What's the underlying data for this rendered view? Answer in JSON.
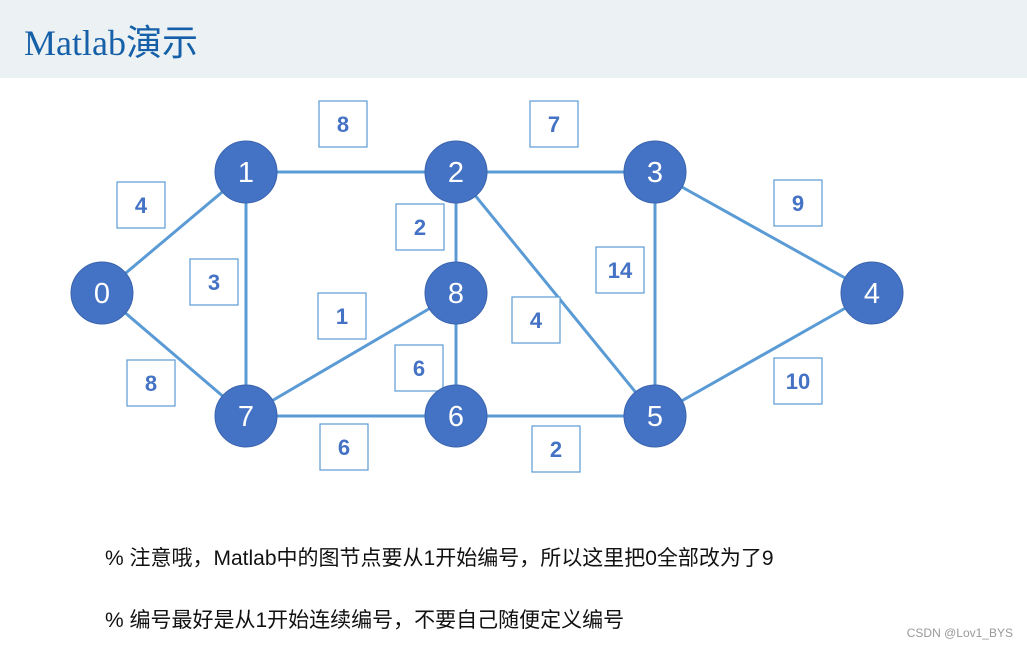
{
  "title": "Matlab演示",
  "graph": {
    "node_color": "#4472C4",
    "edge_color": "#5B9BD5",
    "label_color": "#4472C4",
    "nodes": [
      "0",
      "1",
      "2",
      "3",
      "4",
      "5",
      "6",
      "7",
      "8"
    ],
    "edges": [
      {
        "from": "0",
        "to": "1",
        "weight": "4"
      },
      {
        "from": "1",
        "to": "2",
        "weight": "8"
      },
      {
        "from": "2",
        "to": "3",
        "weight": "7"
      },
      {
        "from": "3",
        "to": "4",
        "weight": "9"
      },
      {
        "from": "1",
        "to": "7",
        "weight": "3"
      },
      {
        "from": "0",
        "to": "7",
        "weight": "8"
      },
      {
        "from": "2",
        "to": "8",
        "weight": "2"
      },
      {
        "from": "7",
        "to": "8",
        "weight": "1"
      },
      {
        "from": "2",
        "to": "5",
        "weight": "4"
      },
      {
        "from": "3",
        "to": "5",
        "weight": "14"
      },
      {
        "from": "8",
        "to": "6",
        "weight": "6"
      },
      {
        "from": "7",
        "to": "6",
        "weight": "6"
      },
      {
        "from": "6",
        "to": "5",
        "weight": "2"
      },
      {
        "from": "5",
        "to": "4",
        "weight": "10"
      }
    ]
  },
  "notes": [
    "% 注意哦，Matlab中的图节点要从1开始编号，所以这里把0全部改为了9",
    "% 编号最好是从1开始连续编号，不要自己随便定义编号"
  ],
  "watermark": "CSDN @Lov1_BYS"
}
